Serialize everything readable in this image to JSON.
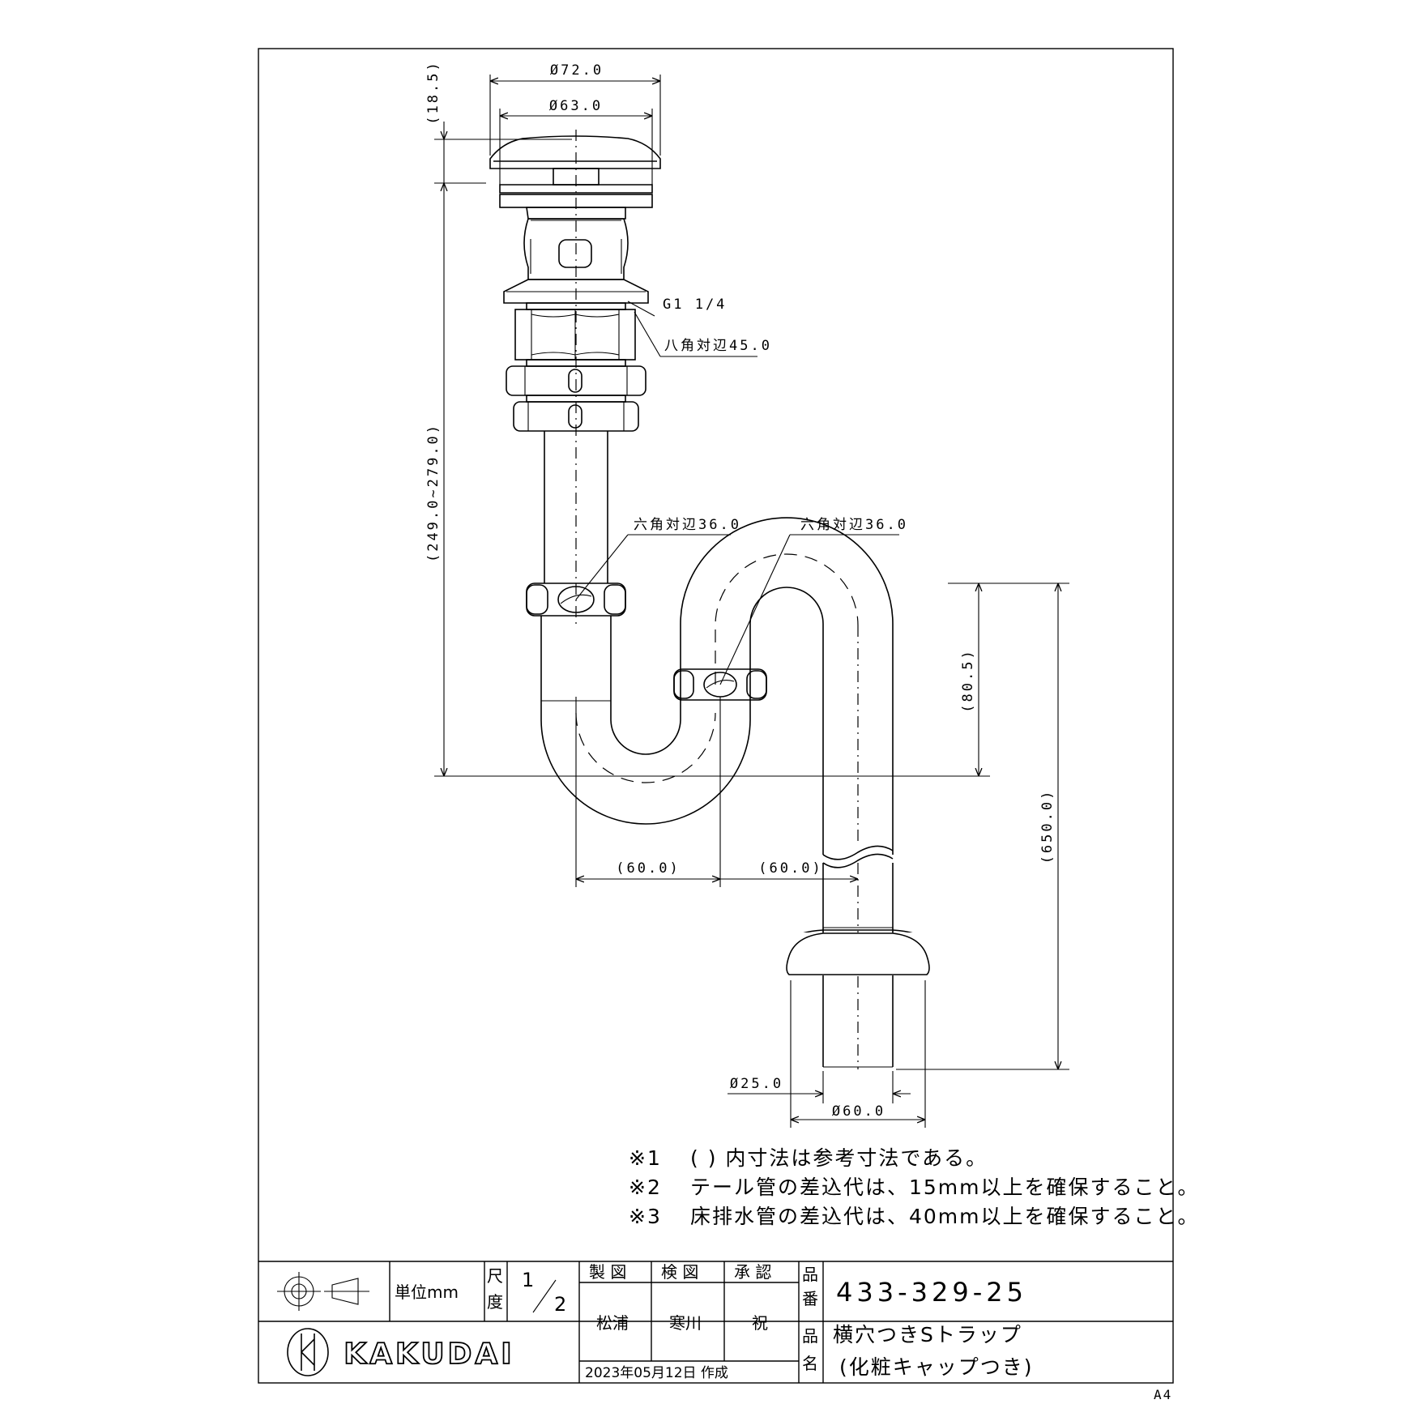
{
  "dimensions": {
    "d72": "Ø72.0",
    "d63": "Ø63.0",
    "h18": "(18.5)",
    "thread": "G1 1/4",
    "oct": "八角対辺45.0",
    "range": "(249.0~279.0)",
    "hex_left": "六角対辺36.0",
    "hex_right": "六角対辺36.0",
    "h80": "(80.5)",
    "h650": "(650.0)",
    "w60a": "(60.0)",
    "w60b": "(60.0)",
    "d25": "Ø25.0",
    "d60": "Ø60.0"
  },
  "notes": {
    "n1_mark": "※1",
    "n1": "( ) 内寸法は参考寸法である。",
    "n2_mark": "※2",
    "n2": "テール管の差込代は、15mm以上を確保すること。",
    "n3_mark": "※3",
    "n3": "床排水管の差込代は、40mm以上を確保すること。"
  },
  "title_block": {
    "unit_label": "単位mm",
    "scale_label_1": "尺",
    "scale_label_2": "度",
    "scale_num": "1",
    "scale_den": "2",
    "col_drawn": "製 図",
    "col_checked": "検 図",
    "col_approved": "承 認",
    "drawn_by": "松浦",
    "checked_by": "寒川",
    "approved_by": "祝",
    "part_no_label_1": "品",
    "part_no_label_2": "番",
    "part_no": "433-329-25",
    "part_name_label_1": "品",
    "part_name_label_2": "名",
    "part_name_1": "横穴つきSトラップ",
    "part_name_2": "(化粧キャップつき)",
    "date": "2023年05月12日 作成",
    "brand": "KAKUDAI"
  },
  "paper_size": "A4"
}
